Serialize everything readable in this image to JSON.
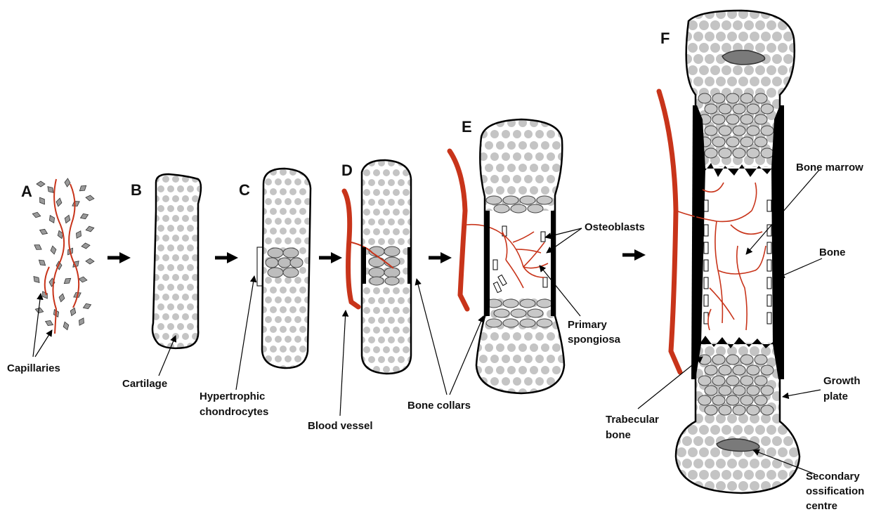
{
  "colors": {
    "vessel": "#c8341a",
    "cell_fill": "#c4c4c4",
    "hyper_fill": "#bdbdbd",
    "outline": "#000000",
    "bone": "#000000"
  },
  "stages": [
    {
      "letter": "A"
    },
    {
      "letter": "B"
    },
    {
      "letter": "C"
    },
    {
      "letter": "D"
    },
    {
      "letter": "E"
    },
    {
      "letter": "F"
    }
  ],
  "labels": {
    "capillaries": "Capillaries",
    "cartilage": "Cartilage",
    "hypertrophic_1": "Hypertrophic",
    "hypertrophic_2": "chondrocytes",
    "blood_vessel": "Blood vessel",
    "bone_collars": "Bone collars",
    "osteoblasts": "Osteoblasts",
    "primary_1": "Primary",
    "primary_2": "spongiosa",
    "bone_marrow": "Bone marrow",
    "bone": "Bone",
    "growth_1": "Growth",
    "growth_2": "plate",
    "trabecular_1": "Trabecular",
    "trabecular_2": "bone",
    "secondary_1": "Secondary",
    "secondary_2": "ossification",
    "secondary_3": "centre"
  }
}
